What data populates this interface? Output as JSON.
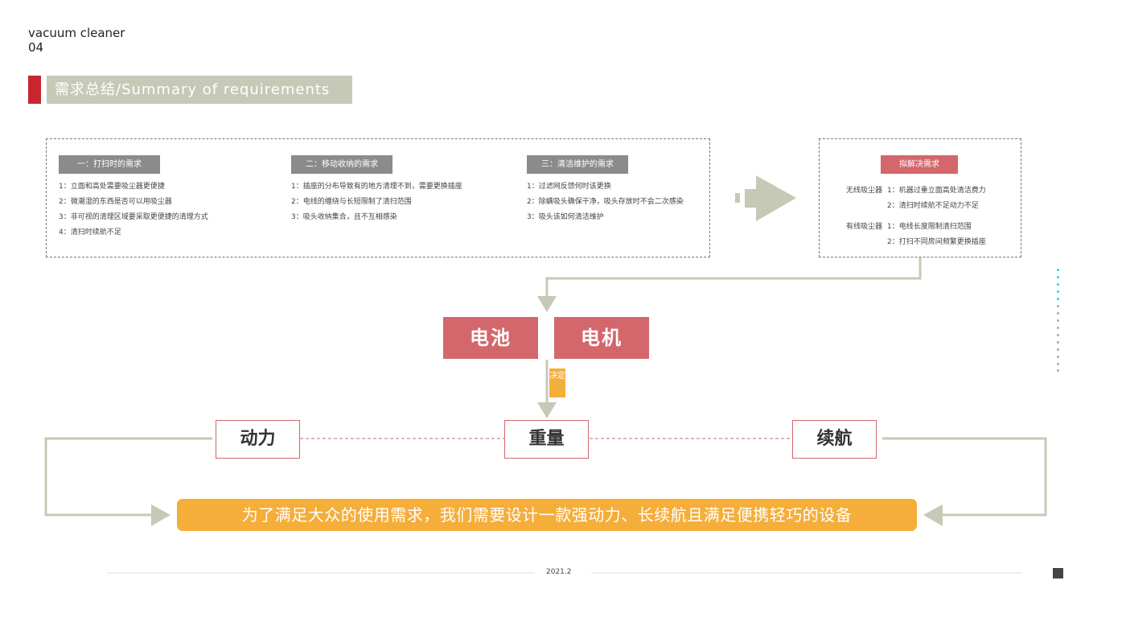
{
  "header": {
    "brand": "vacuum cleaner",
    "page": "04",
    "title": "需求总结/Summary of requirements"
  },
  "groups": [
    {
      "title": "一：打扫时的需求",
      "items": [
        "1：立面和高处需要吸尘器更便捷",
        "2：微潮湿的东西是否可以用吸尘器",
        "3：非可视的清理区域要采取更便捷的清理方式",
        "4：清扫时续航不足"
      ]
    },
    {
      "title": "二：移动收纳的需求",
      "items": [
        "1：插座的分布导致有的地方清理不到，需要更换插座",
        "2：电线的缠绕与长短限制了清扫范围",
        "3：吸头收纳集合，且不互相感染"
      ]
    },
    {
      "title": "三：清洁维护的需求",
      "items": [
        "1：过滤网反馈何时该更换",
        "2：除螨吸头确保干净，吸头存放时不会二次感染",
        "3：吸头该如何清洁维护"
      ]
    }
  ],
  "solution": {
    "title": "拟解决需求",
    "wireless": {
      "label": "无线吸尘器",
      "items": [
        "1：机器过重立面高处清洁费力",
        "2：清扫时续航不足动力不足"
      ]
    },
    "wired": {
      "label": "有线吸尘器",
      "items": [
        "1：电线长度限制清扫范围",
        "2：打扫不同房间频繁更换插座"
      ]
    }
  },
  "components": [
    "电池",
    "电机"
  ],
  "decide": "决定",
  "factors": [
    "动力",
    "重量",
    "续航"
  ],
  "conclusion": "为了满足大众的使用需求，我们需要设计一款强动力、长续航且满足便携轻巧的设备",
  "footer": {
    "date": "2021.2"
  },
  "colors": {
    "accent": "#c8262e",
    "pill": "#d4676c",
    "orange": "#f5ae3a",
    "line": "#c7c9b7"
  }
}
